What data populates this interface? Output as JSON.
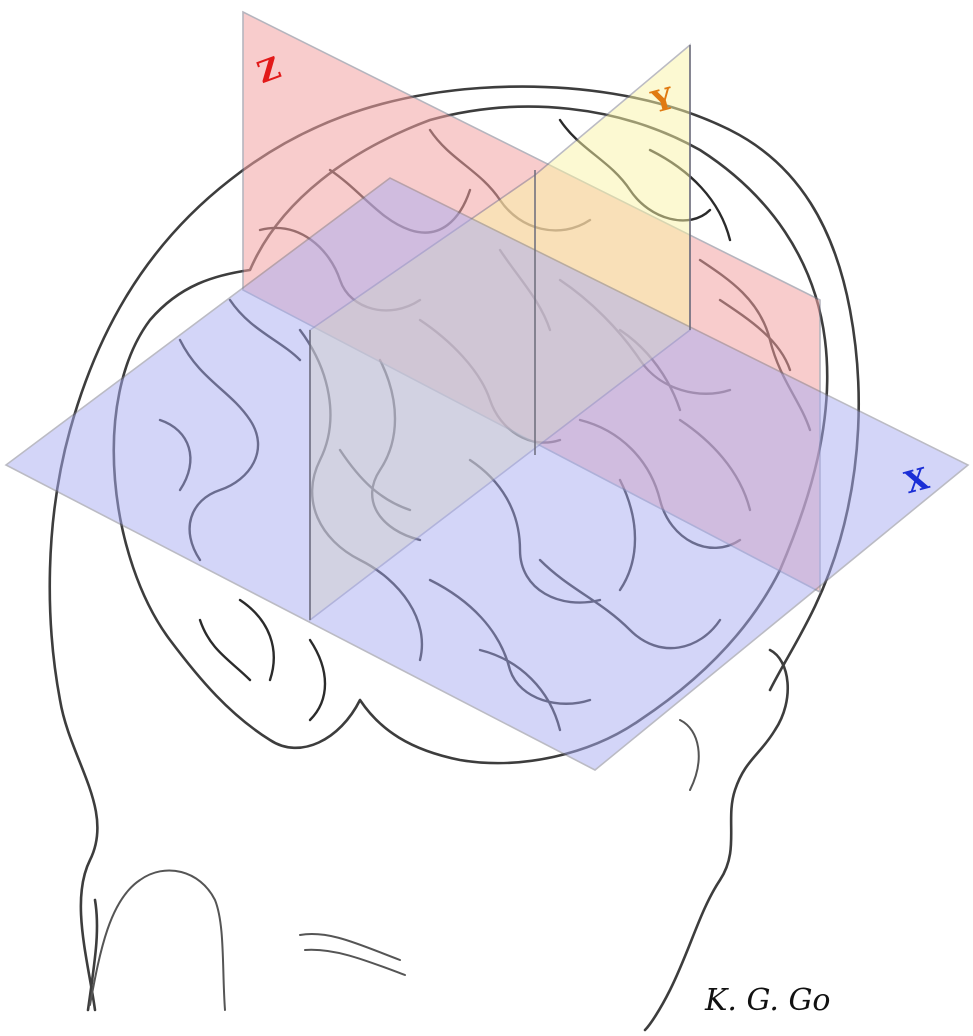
{
  "labels": {
    "x_axis": "X",
    "y_axis": "Y",
    "z_axis": "Z",
    "signature": "K. G. Go"
  },
  "colors": {
    "z_plane": "#f4a3a3",
    "y_plane": "#fbf5a6",
    "x_plane": "#a9adf3",
    "x_label": "#1a2ed6",
    "y_label": "#e07a12",
    "z_label": "#e21a1a"
  }
}
